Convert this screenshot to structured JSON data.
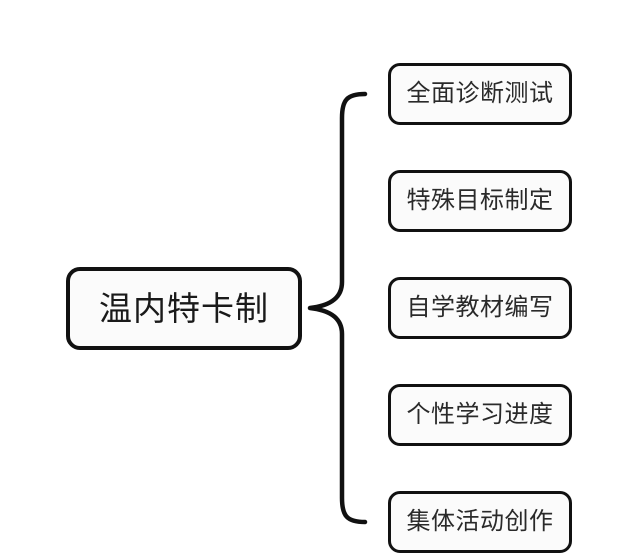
{
  "diagram": {
    "type": "bracket-mind-map",
    "background_color": "#ffffff",
    "stroke_color": "#111111",
    "node_fill_color": "#fbfbfb",
    "root": {
      "label": "温内特卡制"
    },
    "connector": {
      "kind": "curly-brace",
      "orientation": "opens-right",
      "tip_points_to": "root"
    },
    "children": [
      {
        "label": "全面诊断测试"
      },
      {
        "label": "特殊目标制定"
      },
      {
        "label": "自学教材编写"
      },
      {
        "label": "个性学习进度"
      },
      {
        "label": "集体活动创作"
      }
    ]
  }
}
